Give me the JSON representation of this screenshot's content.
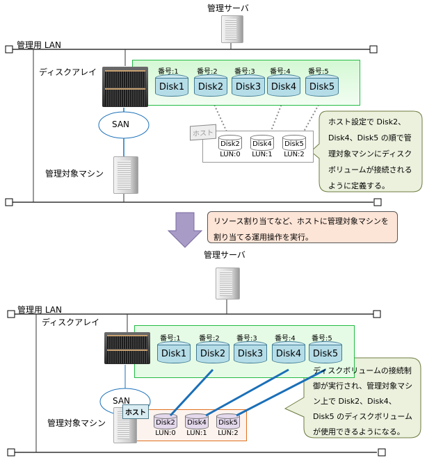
{
  "top": {
    "server_label": "管理サーバ",
    "lan_label": "管理用 LAN",
    "array_label": "ディスクアレイ",
    "san_label": "SAN",
    "machine_label": "管理対象マシン",
    "host_tag": "ホスト",
    "disks": [
      {
        "num": "番号:1",
        "name": "Disk1"
      },
      {
        "num": "番号:2",
        "name": "Disk2"
      },
      {
        "num": "番号:3",
        "name": "Disk3"
      },
      {
        "num": "番号:4",
        "name": "Disk4"
      },
      {
        "num": "番号:5",
        "name": "Disk5"
      }
    ],
    "host_disks": [
      {
        "name": "Disk2",
        "lun": "LUN:0"
      },
      {
        "name": "Disk4",
        "lun": "LUN:1"
      },
      {
        "name": "Disk5",
        "lun": "LUN:2"
      }
    ],
    "callout": "ホスト設定で Disk2、Disk4、Disk5 の順で管理対象マシンにディスクボリュームが接続されるように定義する。"
  },
  "step_note": "リソース割り当てなど、ホストに管理対象マシンを割り当てる運用操作を実行。",
  "bottom": {
    "server_label": "管理サーバ",
    "lan_label": "管理用 LAN",
    "array_label": "ディスクアレイ",
    "san_label": "SAN",
    "machine_label": "管理対象マシン",
    "host_tag": "ホスト",
    "disks": [
      {
        "num": "番号:1",
        "name": "Disk1"
      },
      {
        "num": "番号:2",
        "name": "Disk2"
      },
      {
        "num": "番号:3",
        "name": "Disk3"
      },
      {
        "num": "番号:4",
        "name": "Disk4"
      },
      {
        "num": "番号:5",
        "name": "Disk5"
      }
    ],
    "host_disks": [
      {
        "name": "Disk2",
        "lun": "LUN:0"
      },
      {
        "name": "Disk4",
        "lun": "LUN:1"
      },
      {
        "name": "Disk5",
        "lun": "LUN:2"
      }
    ],
    "callout": "ディスクボリュームの接続制御が実行され、管理対象マシン上で Disk2、Disk4、Disk5 のディスクボリュームが使用できるようになる。"
  },
  "colors": {
    "disk_fill": "#b5dde8",
    "array_box": "#e6fbe6",
    "array_border": "#22bb44",
    "callout_green": "#ebf1dd",
    "note_orange": "#fce4d6",
    "arrow": "#a89bc6",
    "link": "#1a6fb8"
  }
}
